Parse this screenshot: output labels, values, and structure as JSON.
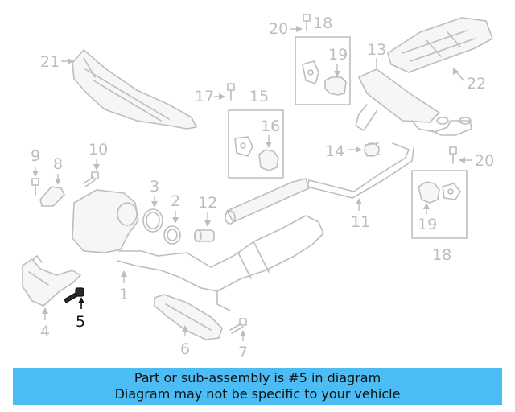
{
  "diagram": {
    "callouts": {
      "c1": "1",
      "c2": "2",
      "c3": "3",
      "c4": "4",
      "c5": "5",
      "c6": "6",
      "c7": "7",
      "c8": "8",
      "c9": "9",
      "c10": "10",
      "c11": "11",
      "c12": "12",
      "c13": "13",
      "c14": "14",
      "c15": "15",
      "c16": "16",
      "c17": "17",
      "c18a": "18",
      "c18b": "18",
      "c19a": "19",
      "c19b": "19",
      "c20a": "20",
      "c20b": "20",
      "c21": "21",
      "c22": "22"
    },
    "highlighted_part": "5",
    "colors": {
      "line_art": "#bdbdbd",
      "highlight": "#111111",
      "info_bar": "#4cbcf5"
    }
  },
  "info_bar": {
    "line1": "Part or sub-assembly is #5 in diagram",
    "line2": "Diagram may not be specific to your vehicle"
  }
}
